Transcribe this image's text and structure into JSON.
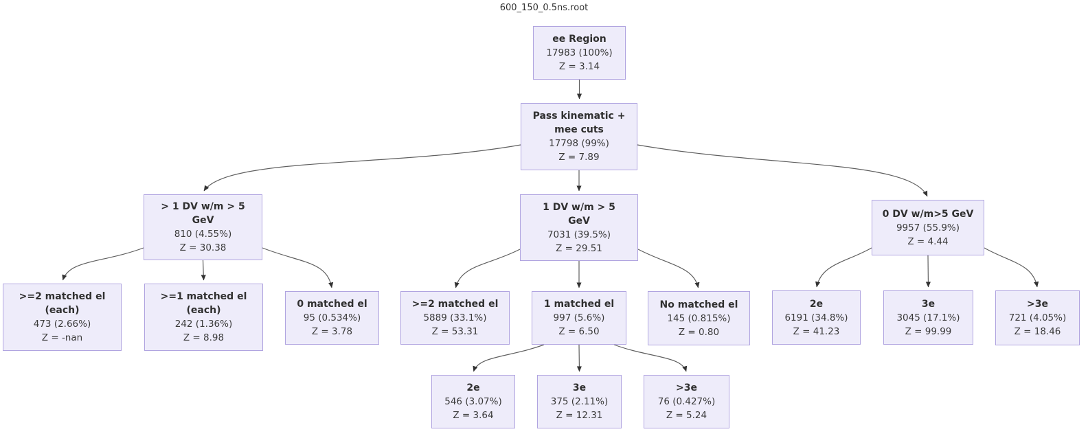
{
  "title": "600_150_0.5ns.root",
  "colors": {
    "node_fill": "#eeecfa",
    "node_border": "#b0a4e0",
    "edge": "#5f5f5f",
    "arrowhead": "#333333",
    "text": "#3a3a3a"
  },
  "nodes": {
    "root": {
      "title": "ee Region",
      "count": "17983 (100%)",
      "z": "Z = 3.14"
    },
    "pass": {
      "title": "Pass kinematic +\nmee cuts",
      "count": "17798 (99%)",
      "z": "Z = 7.89"
    },
    "gt1dv": {
      "title": "> 1 DV w/m > 5\nGeV",
      "count": "810 (4.55%)",
      "z": "Z = 30.38"
    },
    "onedv": {
      "title": "1 DV w/m > 5\nGeV",
      "count": "7031 (39.5%)",
      "z": "Z = 29.51"
    },
    "zerodv": {
      "title": "0 DV w/m>5 GeV",
      "count": "9957 (55.9%)",
      "z": "Z = 4.44"
    },
    "m2each": {
      "title": ">=2 matched el\n(each)",
      "count": "473 (2.66%)",
      "z": "Z = -nan"
    },
    "m1each": {
      "title": ">=1 matched el\n(each)",
      "count": "242 (1.36%)",
      "z": "Z = 8.98"
    },
    "m0": {
      "title": "0 matched el",
      "count": "95 (0.534%)",
      "z": "Z = 3.78"
    },
    "m2": {
      "title": ">=2 matched el",
      "count": "5889 (33.1%)",
      "z": "Z = 53.31"
    },
    "m1": {
      "title": "1 matched el",
      "count": "997 (5.6%)",
      "z": "Z = 6.50"
    },
    "mno": {
      "title": "No matched el",
      "count": "145 (0.815%)",
      "z": "Z = 0.80"
    },
    "e2_right": {
      "title": "2e",
      "count": "6191 (34.8%)",
      "z": "Z = 41.23"
    },
    "e3_right": {
      "title": "3e",
      "count": "3045 (17.1%)",
      "z": "Z = 99.99"
    },
    "egt3_right": {
      "title": ">3e",
      "count": "721 (4.05%)",
      "z": "Z = 18.46"
    },
    "e2_bottom": {
      "title": "2e",
      "count": "546 (3.07%)",
      "z": "Z = 3.64"
    },
    "e3_bottom": {
      "title": "3e",
      "count": "375 (2.11%)",
      "z": "Z = 12.31"
    },
    "egt3_bottom": {
      "title": ">3e",
      "count": "76 (0.427%)",
      "z": "Z = 5.24"
    }
  },
  "edges": [
    {
      "from": "root",
      "to": "pass"
    },
    {
      "from": "pass",
      "to": "gt1dv"
    },
    {
      "from": "pass",
      "to": "onedv"
    },
    {
      "from": "pass",
      "to": "zerodv"
    },
    {
      "from": "gt1dv",
      "to": "m2each"
    },
    {
      "from": "gt1dv",
      "to": "m1each"
    },
    {
      "from": "gt1dv",
      "to": "m0"
    },
    {
      "from": "onedv",
      "to": "m2"
    },
    {
      "from": "onedv",
      "to": "m1"
    },
    {
      "from": "onedv",
      "to": "mno"
    },
    {
      "from": "zerodv",
      "to": "e2_right"
    },
    {
      "from": "zerodv",
      "to": "e3_right"
    },
    {
      "from": "zerodv",
      "to": "egt3_right"
    },
    {
      "from": "m1",
      "to": "e2_bottom"
    },
    {
      "from": "m1",
      "to": "e3_bottom"
    },
    {
      "from": "m1",
      "to": "egt3_bottom"
    }
  ]
}
